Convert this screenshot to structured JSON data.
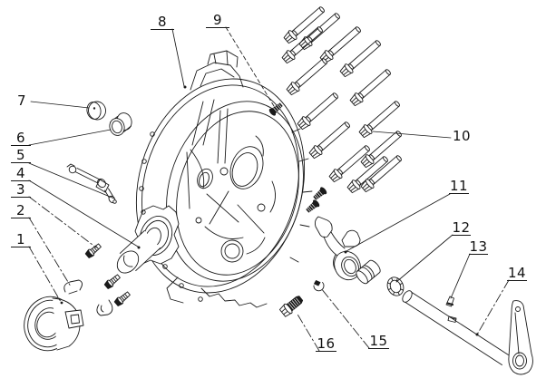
{
  "figure": {
    "background_color": "#ffffff",
    "line_color": "#1a1a1a"
  },
  "callouts": {
    "c1": {
      "label": "1"
    },
    "c2": {
      "label": "2"
    },
    "c3": {
      "label": "3"
    },
    "c4": {
      "label": "4"
    },
    "c5": {
      "label": "5"
    },
    "c6": {
      "label": "6"
    },
    "c7": {
      "label": "7"
    },
    "c8": {
      "label": "8"
    },
    "c9": {
      "label": "9"
    },
    "c10": {
      "label": "10"
    },
    "c11": {
      "label": "11"
    },
    "c12": {
      "label": "12"
    },
    "c13": {
      "label": "13"
    },
    "c14": {
      "label": "14"
    },
    "c15": {
      "label": "15"
    },
    "c16": {
      "label": "16"
    }
  }
}
